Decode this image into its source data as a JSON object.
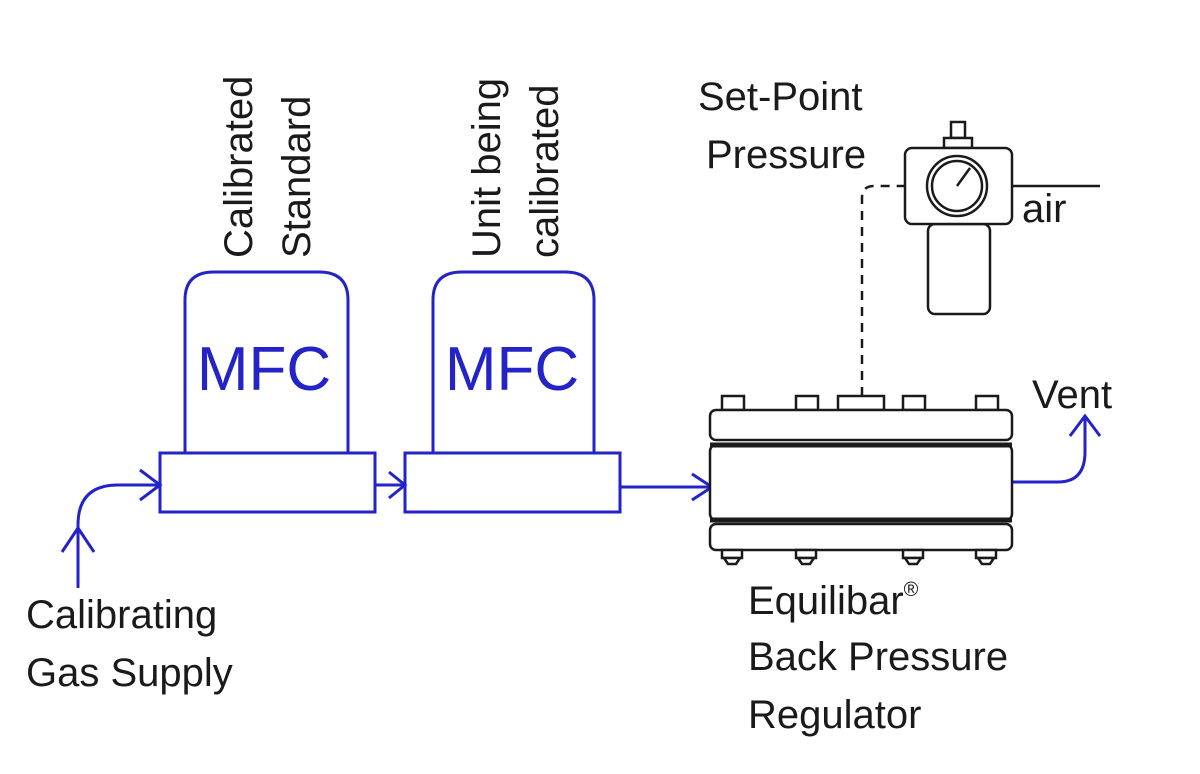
{
  "labels": {
    "calibrated_standard_line1": "Calibrated",
    "calibrated_standard_line2": "Standard",
    "unit_being_calibrated_line1": "Unit being",
    "unit_being_calibrated_line2": "calibrated",
    "mfc_left": "MFC",
    "mfc_right": "MFC",
    "set_point_line1": "Set-Point",
    "set_point_line2": "Pressure",
    "air": "air",
    "vent": "Vent",
    "gas_supply_line1": "Calibrating",
    "gas_supply_line2": "Gas Supply",
    "regulator_brand": "Equilibar",
    "regulator_trademark": "®",
    "regulator_line2": "Back Pressure",
    "regulator_line3": "Regulator"
  },
  "colors": {
    "flow_line": "#2323c8",
    "equipment_outline": "#1a1a1a",
    "background": "#ffffff"
  }
}
